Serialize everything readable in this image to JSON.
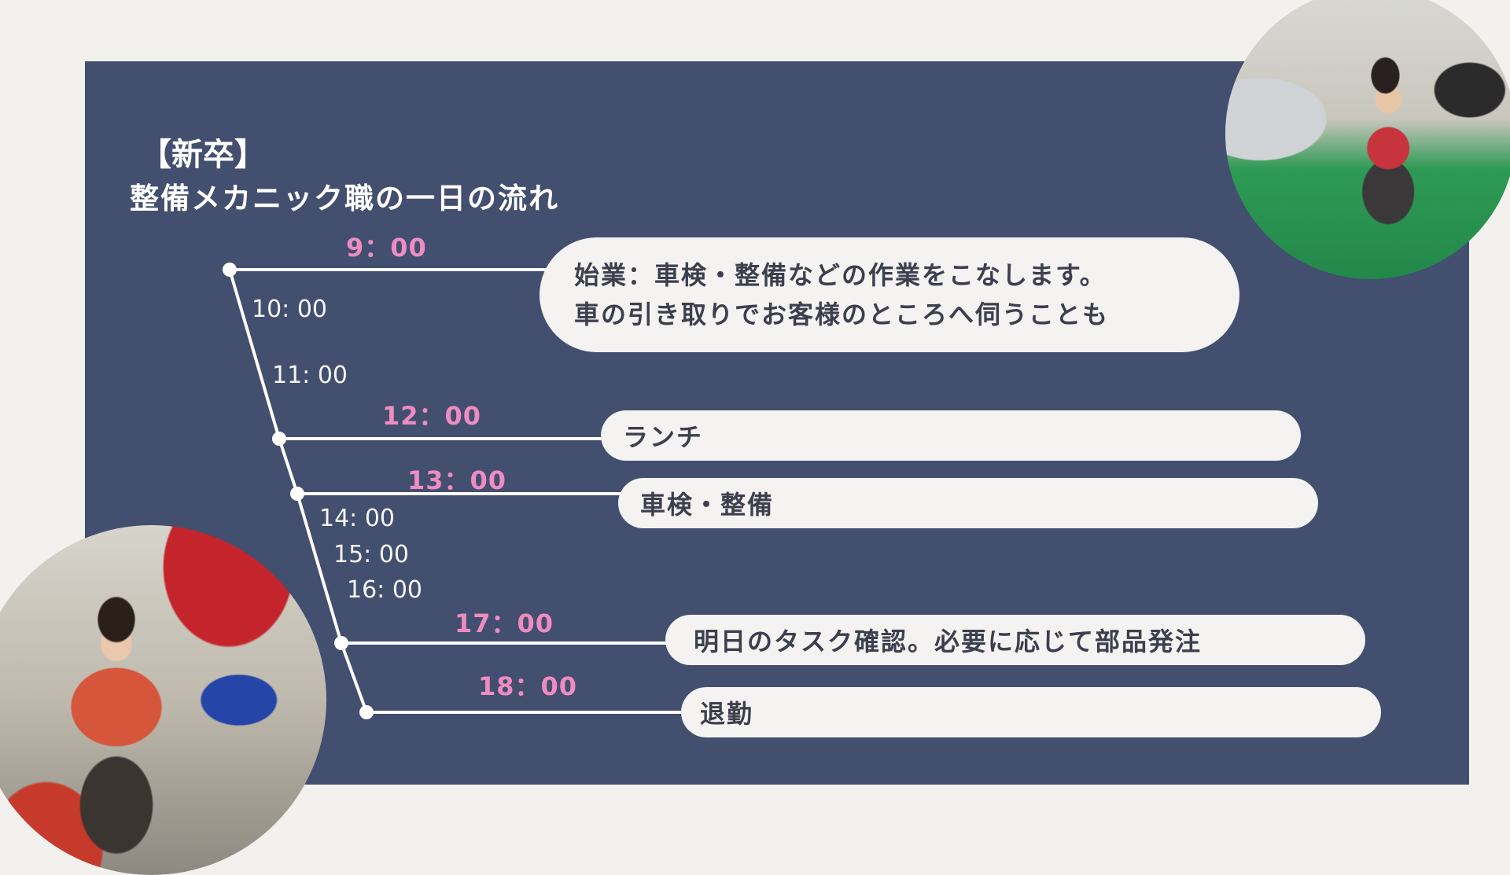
{
  "title": {
    "line1": "【新卒】",
    "line2": "整備メカニック職の一日の流れ"
  },
  "timeline": {
    "main_times": [
      "9：00",
      "12：00",
      "13：00",
      "17：00",
      "18：00"
    ],
    "minor_times": [
      "10: 00",
      "11: 00",
      "14: 00",
      "15: 00",
      "16: 00"
    ],
    "events": {
      "e900_line1": "始業：車検・整備などの作業をこなします。",
      "e900_line2": "車の引き取りでお客様のところへ伺うことも",
      "e1200": "ランチ",
      "e1300": "車検・整備",
      "e1700": "明日のタスク確認。必要に応じて部品発注",
      "e1800": "退勤"
    }
  },
  "colors": {
    "panel": "#434f6f",
    "accent_time": "#ee8cc2",
    "pill_bg": "#f4f3f1",
    "page_bg": "#f3f1ee"
  }
}
